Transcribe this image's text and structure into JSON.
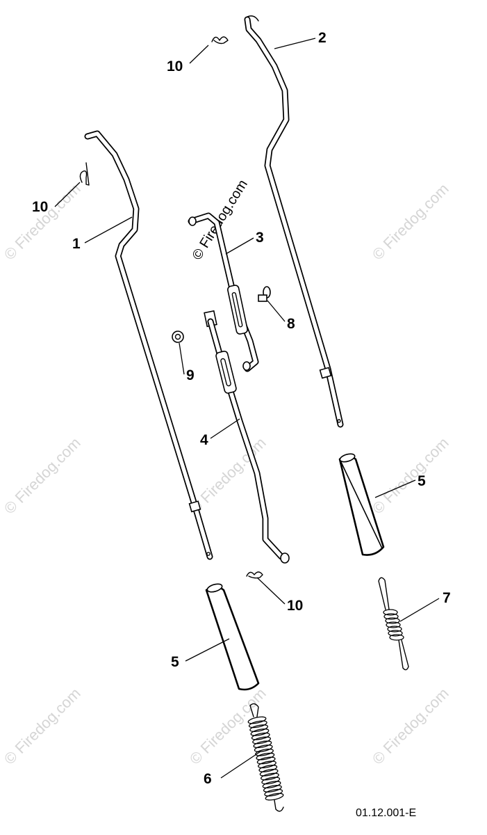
{
  "diagram": {
    "watermark_text": "© Firedog.com",
    "reference_code": "01.12.001-E",
    "callouts": {
      "c1": "1",
      "c2": "2",
      "c3": "3",
      "c4": "4",
      "c5a": "5",
      "c5b": "5",
      "c6": "6",
      "c7": "7",
      "c8": "8",
      "c9": "9",
      "c10a": "10",
      "c10b": "10",
      "c10c": "10"
    }
  }
}
